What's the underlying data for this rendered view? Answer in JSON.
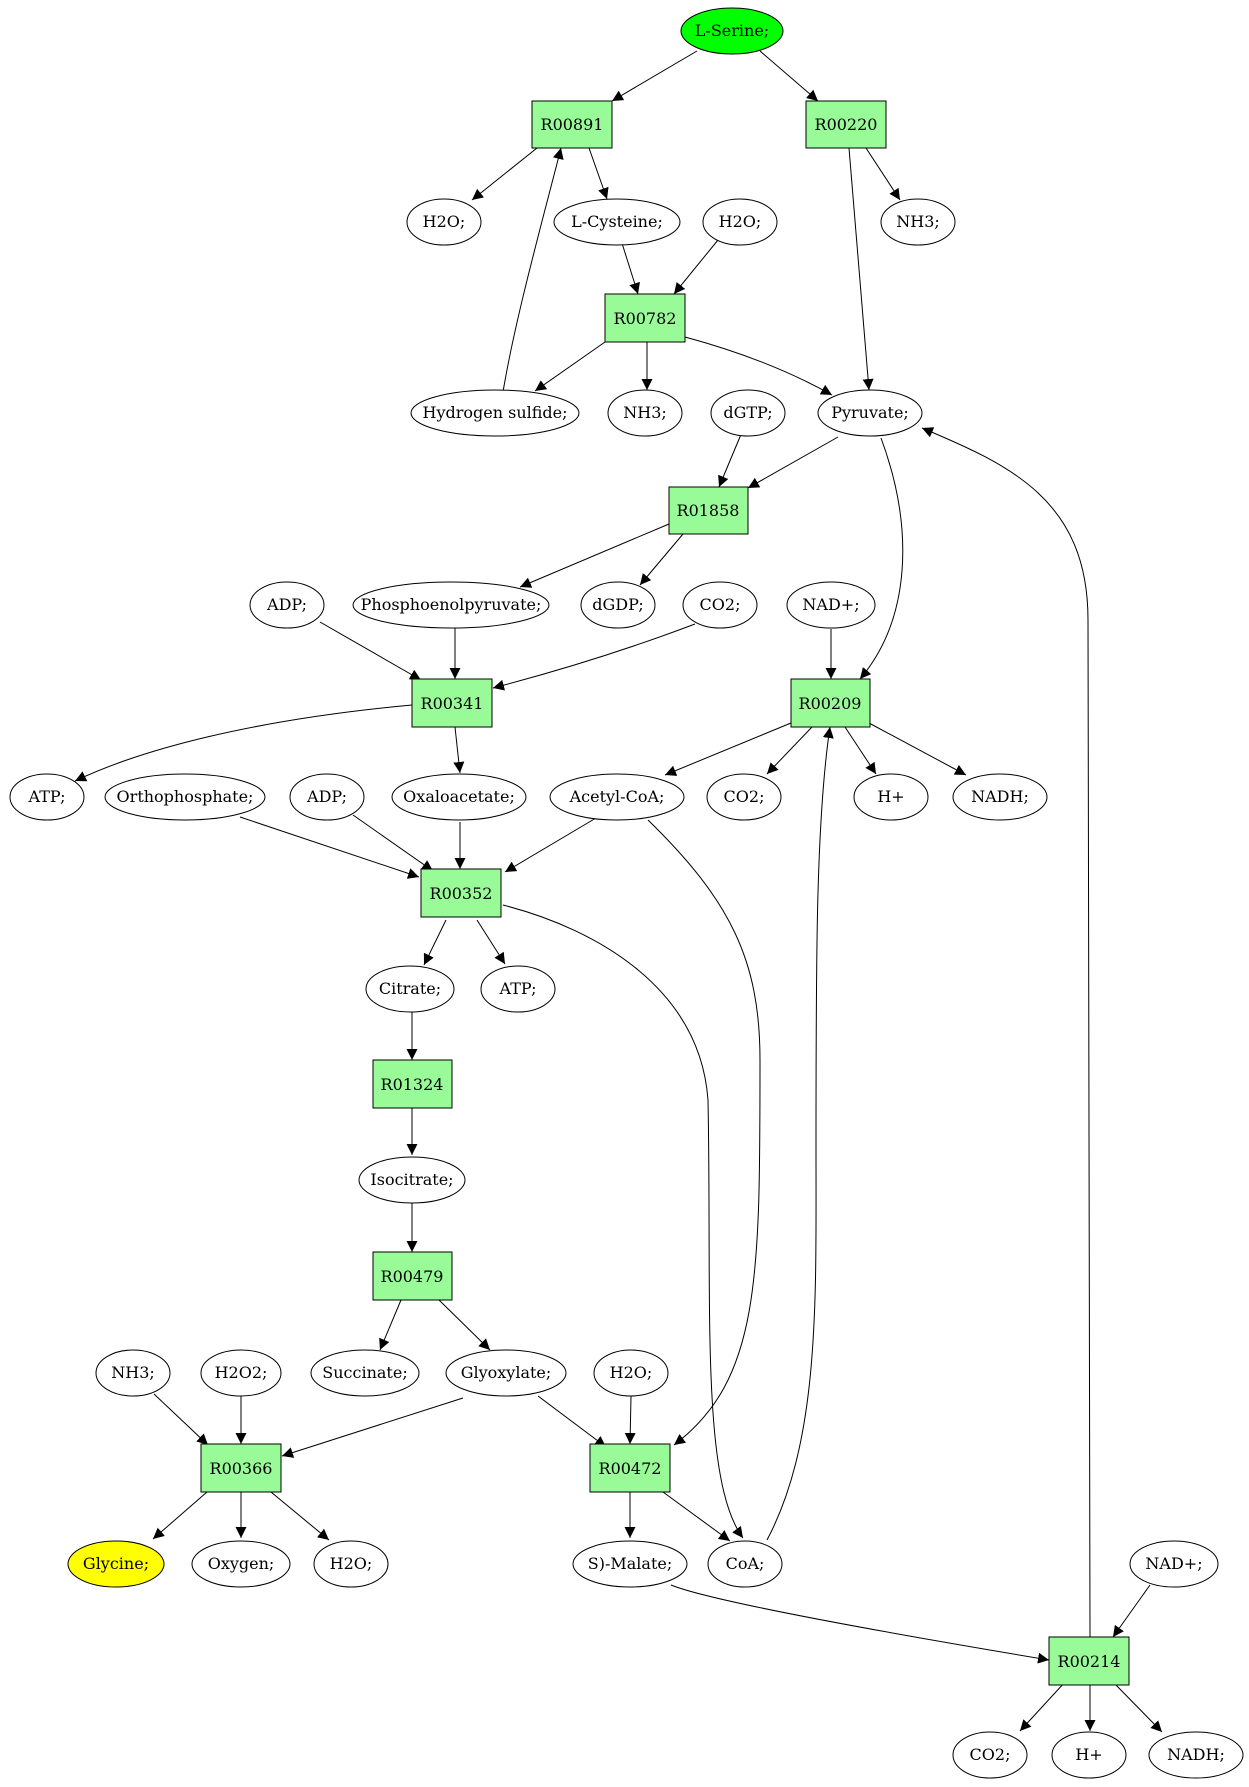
{
  "colors": {
    "reaction_fill": "#98fb98",
    "start_fill": "#00ff00",
    "end_fill": "#ffff00",
    "metabolite_fill": "#ffffff",
    "stroke": "#000000"
  },
  "reactions": {
    "R00891": "R00891",
    "R00220": "R00220",
    "R00782": "R00782",
    "R01858": "R01858",
    "R00341": "R00341",
    "R00209": "R00209",
    "R00352": "R00352",
    "R01324": "R01324",
    "R00479": "R00479",
    "R00366": "R00366",
    "R00472": "R00472",
    "R00214": "R00214"
  },
  "metabolites": {
    "serine": "L-Serine;",
    "h2o_a": "H2O;",
    "cysteine": "L-Cysteine;",
    "h2o_b": "H2O;",
    "nh3_a": "NH3;",
    "h2s": "Hydrogen sulfide;",
    "nh3_b": "NH3;",
    "dgtp": "dGTP;",
    "pyruvate": "Pyruvate;",
    "adp_a": "ADP;",
    "pep": "Phosphoenolpyruvate;",
    "dgdp": "dGDP;",
    "co2_a": "CO2;",
    "nad_a": "NAD+;",
    "atp_a": "ATP;",
    "orthophosphate": "Orthophosphate;",
    "adp_b": "ADP;",
    "oxaloacetate": "Oxaloacetate;",
    "acetylcoa": "Acetyl-CoA;",
    "co2_b": "CO2;",
    "hplus_a": "H+",
    "nadh_a": "NADH;",
    "citrate": "Citrate;",
    "atp_b": "ATP;",
    "isocitrate": "Isocitrate;",
    "nh3_c": "NH3;",
    "h2o2": "H2O2;",
    "succinate": "Succinate;",
    "glyoxylate": "Glyoxylate;",
    "h2o_c": "H2O;",
    "glycine": "Glycine;",
    "oxygen": "Oxygen;",
    "h2o_d": "H2O;",
    "malate": "S)-Malate;",
    "coa": "CoA;",
    "nad_b": "NAD+;",
    "co2_c": "CO2;",
    "hplus_b": "H+",
    "nadh_b": "NADH;"
  }
}
